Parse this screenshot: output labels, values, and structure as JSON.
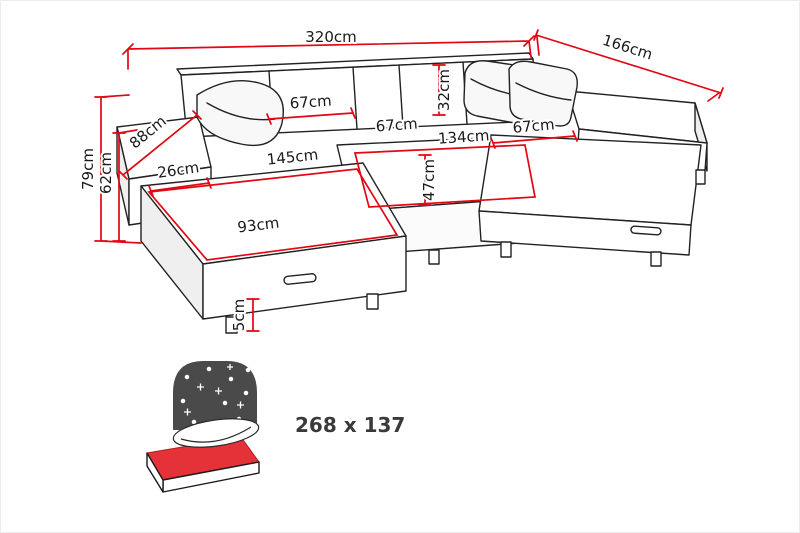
{
  "colors": {
    "dimension_red": "#e30613",
    "outline": "#222222",
    "headboard_gray": "#4a4a4a",
    "mattress_red": "#e53238",
    "label_text": "#1a1a1a"
  },
  "dimensions": {
    "total_width": "320cm",
    "total_depth": "166cm",
    "total_height": "79cm",
    "back_height": "62cm",
    "armrest_length": "88cm",
    "armrest_width": "26cm",
    "back_cushion_width": "67cm",
    "backrest_cushion_height": "32cm",
    "mid_seat_depth": "67cm",
    "mid_seat_width": "134cm",
    "right_seat_depth": "67cm",
    "chaise_length": "145cm",
    "seat_height": "47cm",
    "chaise_width": "93cm",
    "leg_height": "5cm"
  },
  "sleeping_area": {
    "label": "268 x 137"
  },
  "icons": {
    "bed_icon": "sofa-bed-sleeping-area-icon"
  }
}
